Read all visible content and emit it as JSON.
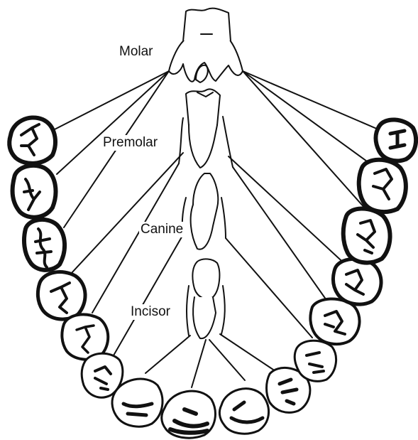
{
  "labels": {
    "molar": "Molar",
    "premolar": "Premolar",
    "canine": "Canine",
    "incisor": "Incisor"
  },
  "colors": {
    "ink": "#111111",
    "paper": "#ffffff"
  }
}
